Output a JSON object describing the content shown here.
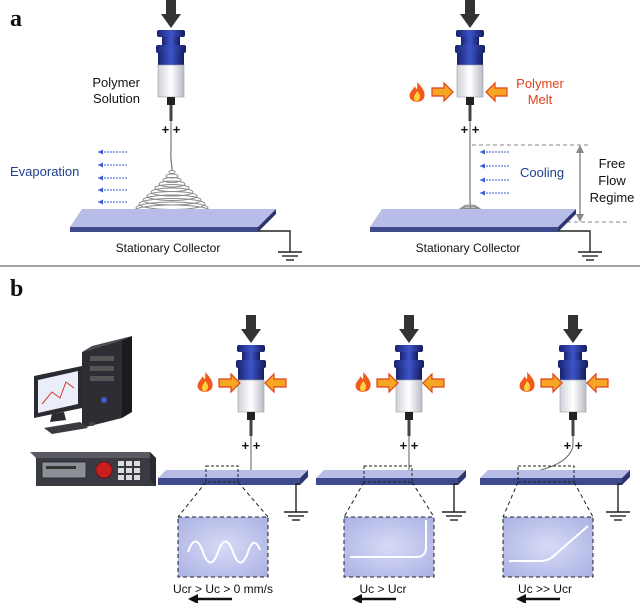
{
  "panel_a": {
    "letter": "a",
    "left": {
      "solution_label": [
        "Polymer",
        "Solution"
      ],
      "evaporation_label": "Evaporation",
      "collector_label": "Stationary Collector",
      "polarity": "+ +"
    },
    "right": {
      "melt_label": [
        "Polymer",
        "Melt"
      ],
      "cooling_label": "Cooling",
      "regime_label": [
        "Free",
        "Flow",
        "Regime"
      ],
      "collector_label": "Stationary Collector",
      "polarity": "+ +"
    }
  },
  "panel_b": {
    "letter": "b",
    "setups": [
      {
        "condition": "Ucr > Uc > 0 mm/s",
        "polarity": "+ +"
      },
      {
        "condition": "Uc > Ucr",
        "polarity": "+ +"
      },
      {
        "condition": "Uc >> Ucr",
        "polarity": "+ +"
      }
    ]
  },
  "colors": {
    "syringe_blue": "#1f2f8a",
    "collector_top": "#b7bde6",
    "collector_side": "#3e4a8c",
    "flame": "#f05a1a",
    "heat_arrow": "#f6a623",
    "label_blue": "#1f3f8f",
    "label_red": "#e0421b"
  }
}
